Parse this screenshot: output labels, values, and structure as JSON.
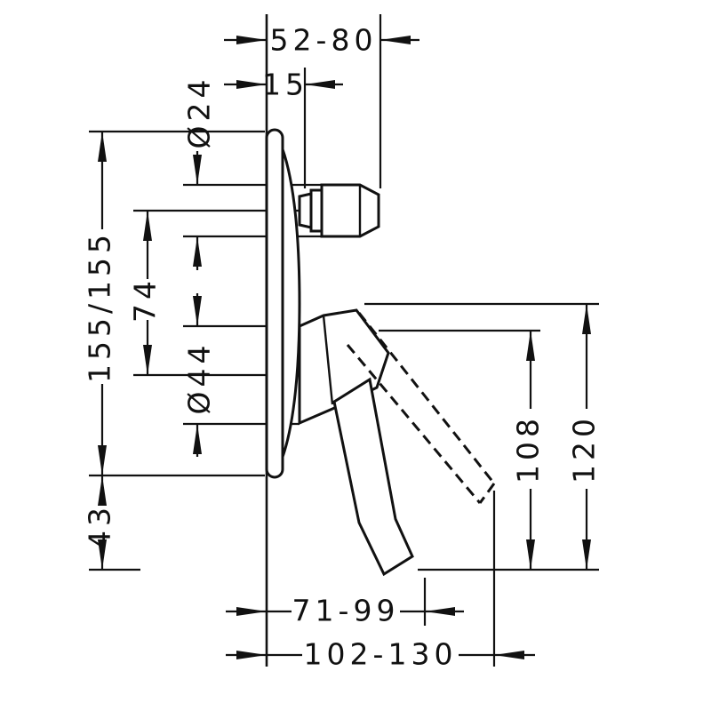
{
  "dims": {
    "top_width": {
      "label": "52-80"
    },
    "plate_depth": {
      "label": "15"
    },
    "knob_diameter": {
      "label": "Ø24"
    },
    "plate_height": {
      "label": "155/155"
    },
    "knob_to_handle": {
      "label": "74"
    },
    "handle_base_diameter": {
      "label": "Ø44"
    },
    "plate_to_lever_end": {
      "label": "43"
    },
    "lever_drop_closed": {
      "label": "108"
    },
    "lever_drop_open": {
      "label": "120"
    },
    "lever_reach_closed": {
      "label": "71-99"
    },
    "lever_reach_open": {
      "label": "102-130"
    }
  },
  "colors": {
    "line": "#111111",
    "background": "#ffffff"
  }
}
